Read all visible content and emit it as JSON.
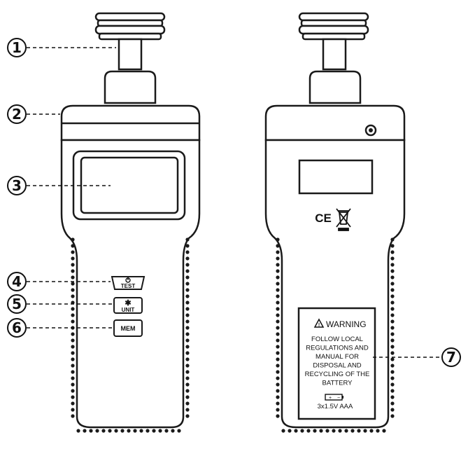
{
  "callouts": [
    {
      "number": "1",
      "part": "contact-tip"
    },
    {
      "number": "2",
      "part": "sensor-head"
    },
    {
      "number": "3",
      "part": "lcd-display"
    },
    {
      "number": "4",
      "part": "power-test-button"
    },
    {
      "number": "5",
      "part": "light-unit-button"
    },
    {
      "number": "6",
      "part": "memory-button"
    },
    {
      "number": "7",
      "part": "battery-warning-label"
    }
  ],
  "front": {
    "buttons": {
      "test_label": "TEST",
      "unit_label": "UNIT",
      "mem_label": "MEM"
    }
  },
  "back": {
    "ce_mark": "CE",
    "warning": {
      "title": "WARNING",
      "lines": [
        "FOLLOW LOCAL",
        "REGULATIONS AND",
        "MANUAL FOR",
        "DISPOSAL AND",
        "RECYCLING OF THE",
        "BATTERY"
      ],
      "battery_spec": "3x1.5V AAA"
    }
  },
  "colors": {
    "outline": "#1a1a1a",
    "fill": "#ffffff",
    "grip_dots": "#1a1a1a"
  }
}
